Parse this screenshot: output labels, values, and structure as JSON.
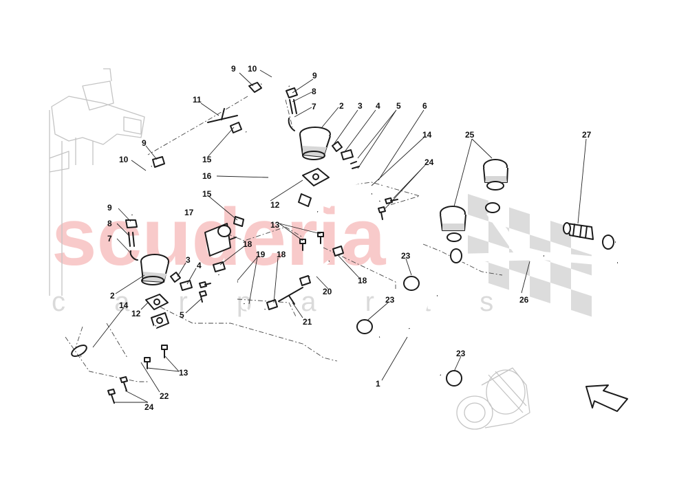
{
  "watermark": {
    "main": "scuderia",
    "sub": "c a r p a r t s",
    "main_color": "#f4a8a8",
    "sub_color": "#bdbdbd"
  },
  "callouts": [
    {
      "id": "c9a",
      "label": "9"
    },
    {
      "id": "c10a",
      "label": "10"
    },
    {
      "id": "c9b",
      "label": "9"
    },
    {
      "id": "c8a",
      "label": "8"
    },
    {
      "id": "c7a",
      "label": "7"
    },
    {
      "id": "c11",
      "label": "11"
    },
    {
      "id": "c2a",
      "label": "2"
    },
    {
      "id": "c3a",
      "label": "3"
    },
    {
      "id": "c4a",
      "label": "4"
    },
    {
      "id": "c5a",
      "label": "5"
    },
    {
      "id": "c6",
      "label": "6"
    },
    {
      "id": "c14a",
      "label": "14"
    },
    {
      "id": "c24a",
      "label": "24"
    },
    {
      "id": "c25",
      "label": "25"
    },
    {
      "id": "c27",
      "label": "27"
    },
    {
      "id": "c9c",
      "label": "9"
    },
    {
      "id": "c10b",
      "label": "10"
    },
    {
      "id": "c15a",
      "label": "15"
    },
    {
      "id": "c16",
      "label": "16"
    },
    {
      "id": "c15b",
      "label": "15"
    },
    {
      "id": "c17",
      "label": "17"
    },
    {
      "id": "c12a",
      "label": "12"
    },
    {
      "id": "c13a",
      "label": "13"
    },
    {
      "id": "c9d",
      "label": "9"
    },
    {
      "id": "c8b",
      "label": "8"
    },
    {
      "id": "c7b",
      "label": "7"
    },
    {
      "id": "c18a",
      "label": "18"
    },
    {
      "id": "c19",
      "label": "19"
    },
    {
      "id": "c18b",
      "label": "18"
    },
    {
      "id": "c18c",
      "label": "18"
    },
    {
      "id": "c3b",
      "label": "3"
    },
    {
      "id": "c4b",
      "label": "4"
    },
    {
      "id": "c2b",
      "label": "2"
    },
    {
      "id": "c14b",
      "label": "14"
    },
    {
      "id": "c12b",
      "label": "12"
    },
    {
      "id": "c5b",
      "label": "5"
    },
    {
      "id": "c20",
      "label": "20"
    },
    {
      "id": "c21",
      "label": "21"
    },
    {
      "id": "c23a",
      "label": "23"
    },
    {
      "id": "c23b",
      "label": "23"
    },
    {
      "id": "c23c",
      "label": "23"
    },
    {
      "id": "c26",
      "label": "26"
    },
    {
      "id": "c13b",
      "label": "13"
    },
    {
      "id": "c22",
      "label": "22"
    },
    {
      "id": "c24b",
      "label": "24"
    },
    {
      "id": "c1",
      "label": "1"
    }
  ]
}
